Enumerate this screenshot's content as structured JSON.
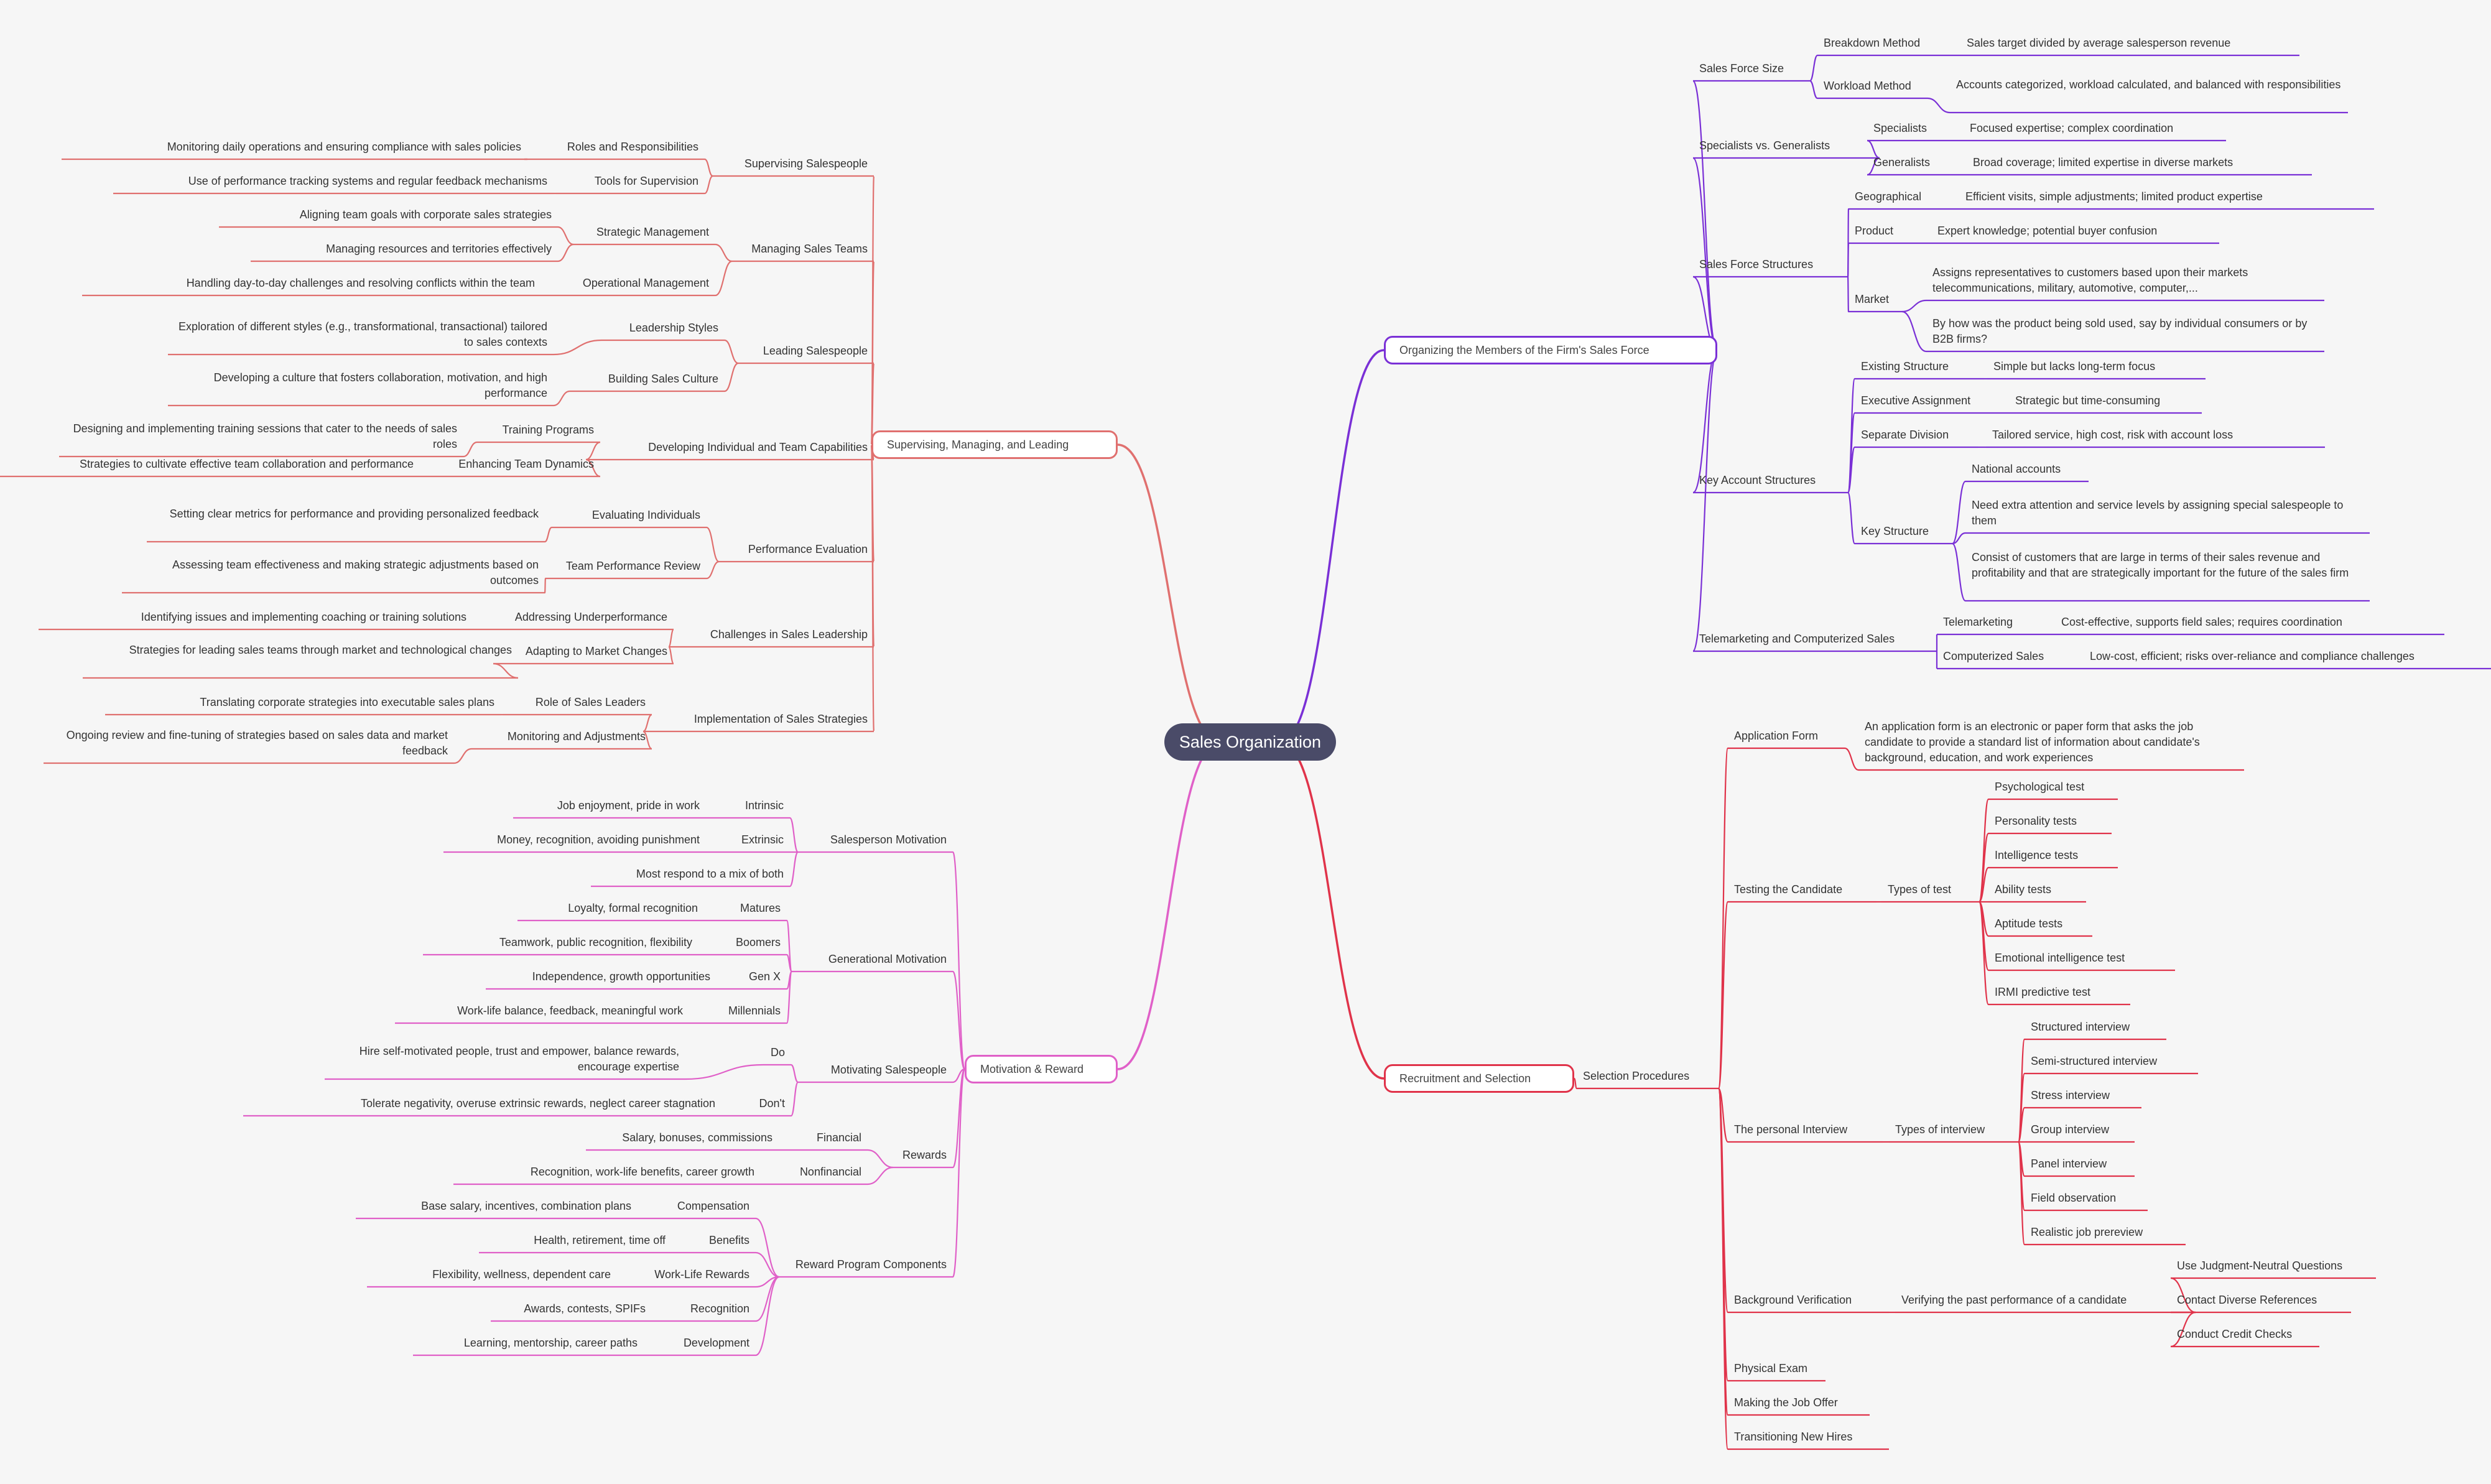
{
  "colors": {
    "purple": "#7a30d6",
    "red": "#e0334a",
    "salmon": "#e0706f",
    "pink": "#e060c8",
    "root_bg": "#4a4b68",
    "background": "#f6f6f6"
  },
  "root": "Sales Organization",
  "branches": {
    "organizing": {
      "label": "Organizing the Members of the Firm's Sales Force",
      "size": {
        "label": "Sales Force Size",
        "breakdown": "Breakdown Method",
        "breakdown_desc": "Sales target divided by average salesperson revenue",
        "workload": "Workload Method",
        "workload_desc": "Accounts categorized, workload calculated, and balanced with responsibilities"
      },
      "specialists": {
        "label": "Specialists vs. Generalists",
        "spec": "Specialists",
        "spec_desc": "Focused expertise; complex coordination",
        "gen": "Generalists",
        "gen_desc": "Broad coverage; limited expertise in diverse markets"
      },
      "structures": {
        "label": "Sales Force Structures",
        "geo": "Geographical",
        "geo_desc": "Efficient visits, simple adjustments; limited product expertise",
        "product": "Product",
        "product_desc": "Expert knowledge; potential buyer confusion",
        "market": "Market",
        "market_desc1": "Assigns representatives to customers based upon their markets telecommunications, military, automotive, computer,...",
        "market_desc2": "By how was the product being sold used, say by individual consumers or by B2B firms?"
      },
      "key_account": {
        "label": "Key Account Structures",
        "existing": "Existing Structure",
        "existing_desc": "Simple but lacks long-term focus",
        "exec": "Executive Assignment",
        "exec_desc": "Strategic but time-consuming",
        "separate": "Separate Division",
        "separate_desc": "Tailored service, high cost, risk with account loss",
        "key": "Key Structure",
        "key_desc1": "National accounts",
        "key_desc2": "Need extra attention and service levels by assigning special salespeople to them",
        "key_desc3": "Consist of customers that are large in terms of their sales revenue and profitability and that are strategically important for the future of the sales firm"
      },
      "tele": {
        "label": "Telemarketing and Computerized Sales",
        "telemarketing": "Telemarketing",
        "telemarketing_desc": "Cost-effective, supports field sales; requires coordination",
        "computerized": "Computerized Sales",
        "computerized_desc": "Low-cost, efficient; risks over-reliance and compliance challenges"
      }
    },
    "recruitment": {
      "label": "Recruitment and Selection",
      "procedures": "Selection Procedures",
      "application": "Application Form",
      "application_desc": "An application form is an electronic or paper form that asks the job candidate to provide a standard list of information about candidate's background, education, and work experiences",
      "testing": "Testing the Candidate",
      "types_test": "Types of test",
      "tests": [
        "Psychological test",
        "Personality tests",
        "Intelligence tests",
        "Ability tests",
        "Aptitude tests",
        "Emotional intelligence test",
        "IRMI predictive test"
      ],
      "interview": "The personal Interview",
      "types_interview": "Types of interview",
      "interviews": [
        "Structured interview",
        "Semi-structured interview",
        "Stress interview",
        "Group interview",
        "Panel interview",
        "Field observation",
        "Realistic job prereview"
      ],
      "background": "Background Verification",
      "verifying": "Verifying the past performance of a candidate",
      "checks": [
        "Use Judgment-Neutral Questions",
        "Contact Diverse References",
        "Conduct Credit Checks"
      ],
      "physical": "Physical Exam",
      "offer": "Making the Job Offer",
      "transition": "Transitioning New Hires"
    },
    "supervising": {
      "label": "Supervising, Managing, and Leading",
      "supervising_sp": "Supervising Salespeople",
      "roles": "Roles and Responsibilities",
      "roles_desc": "Monitoring daily operations and ensuring compliance with sales policies",
      "tools": "Tools for Supervision",
      "tools_desc": "Use of performance tracking systems and regular feedback mechanisms",
      "managing": "Managing Sales Teams",
      "strategic": "Strategic Management",
      "strategic_desc1": "Aligning team goals with corporate sales strategies",
      "strategic_desc2": "Managing resources and territories effectively",
      "operational": "Operational Management",
      "operational_desc": "Handling day-to-day challenges and resolving conflicts within the team",
      "leading": "Leading Salespeople",
      "styles": "Leadership Styles",
      "styles_desc": "Exploration of different styles (e.g., transformational, transactional) tailored to sales contexts",
      "culture": "Building Sales Culture",
      "culture_desc": "Developing a culture that fosters collaboration, motivation, and high performance",
      "developing": "Developing Individual and Team Capabilities",
      "training": "Training Programs",
      "training_desc": "Designing and implementing training sessions that cater to the needs of sales roles",
      "dynamics": "Enhancing Team Dynamics",
      "dynamics_desc": "Strategies to cultivate effective team collaboration and performance",
      "performance": "Performance Evaluation",
      "evaluating": "Evaluating Individuals",
      "evaluating_desc": "Setting clear metrics for performance and providing personalized feedback",
      "team_review": "Team Performance Review",
      "team_review_desc": "Assessing team effectiveness and making strategic adjustments based on outcomes",
      "challenges": "Challenges in Sales Leadership",
      "under": "Addressing Underperformance",
      "under_desc": "Identifying issues and implementing coaching or training solutions",
      "adapting": "Adapting to Market Changes",
      "adapting_desc": "Strategies for leading sales teams through market and technological changes",
      "implementation": "Implementation of Sales Strategies",
      "role_leaders": "Role of Sales Leaders",
      "role_leaders_desc": "Translating corporate strategies into executable sales plans",
      "monitoring": "Monitoring and Adjustments",
      "monitoring_desc": "Ongoing review and fine-tuning of strategies based on sales data and market feedback"
    },
    "motivation": {
      "label": "Motivation & Reward",
      "salesperson": "Salesperson Motivation",
      "intrinsic": "Intrinsic",
      "intrinsic_desc": "Job enjoyment, pride in work",
      "extrinsic": "Extrinsic",
      "extrinsic_desc": "Money, recognition, avoiding punishment",
      "mix": "Most respond to a mix of both",
      "generational": "Generational Motivation",
      "matures": "Matures",
      "matures_desc": "Loyalty, formal recognition",
      "boomers": "Boomers",
      "boomers_desc": "Teamwork, public recognition, flexibility",
      "genx": "Gen X",
      "genx_desc": "Independence, growth opportunities",
      "millennials": "Millennials",
      "millennials_desc": "Work-life balance, feedback, meaningful work",
      "motivating": "Motivating Salespeople",
      "do": "Do",
      "do_desc": "Hire self-motivated people, trust and empower, balance rewards, encourage expertise",
      "dont": "Don't",
      "dont_desc": "Tolerate negativity, overuse extrinsic rewards, neglect career stagnation",
      "rewards": "Rewards",
      "financial": "Financial",
      "financial_desc": "Salary, bonuses, commissions",
      "nonfinancial": "Nonfinancial",
      "nonfinancial_desc": "Recognition, work-life benefits, career growth",
      "components": "Reward Program Components",
      "compensation": "Compensation",
      "compensation_desc": "Base salary, incentives, combination plans",
      "benefits": "Benefits",
      "benefits_desc": "Health, retirement, time off",
      "worklife": "Work-Life Rewards",
      "worklife_desc": "Flexibility, wellness, dependent care",
      "recognition": "Recognition",
      "recognition_desc": "Awards, contests, SPIFs",
      "development": "Development",
      "development_desc": "Learning, mentorship, career paths"
    }
  }
}
